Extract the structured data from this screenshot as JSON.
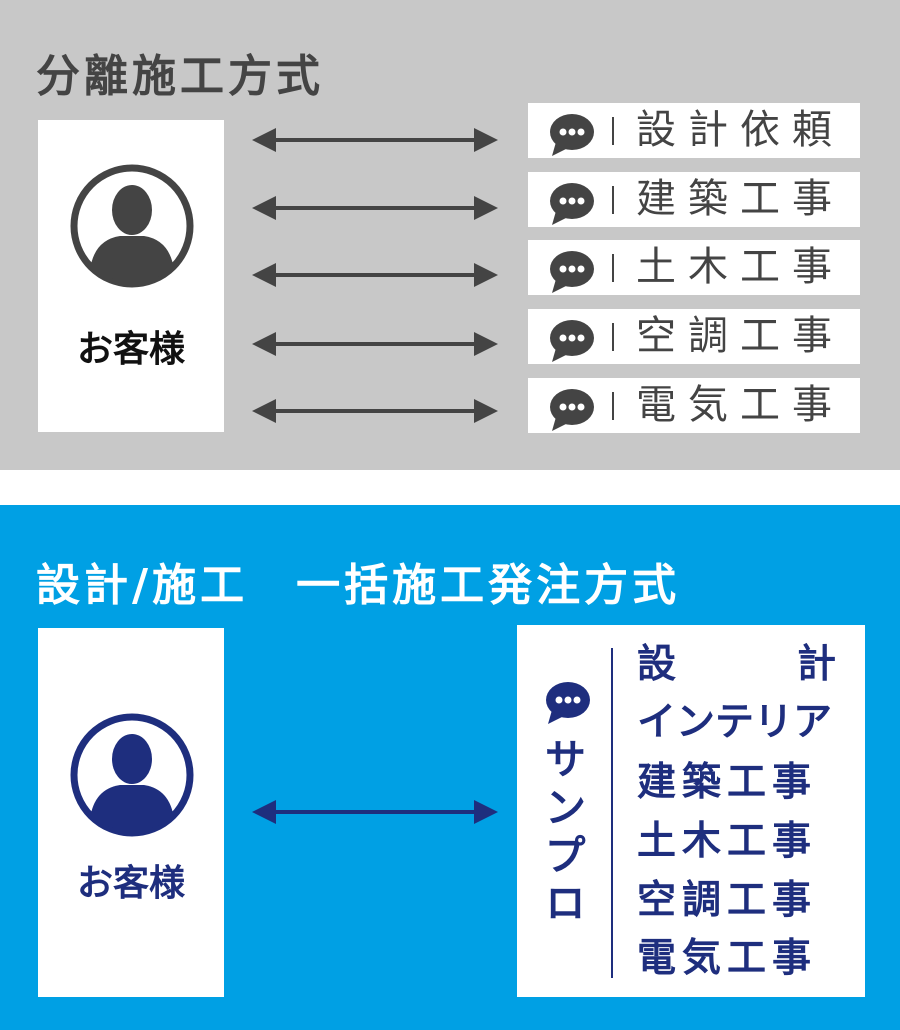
{
  "separate": {
    "title": "分離施工方式",
    "customer": "お客様",
    "items": [
      "設計依頼",
      "建築工事",
      "土木工事",
      "空調工事",
      "電気工事"
    ]
  },
  "bundled": {
    "title": "設計/施工　一括施工発注方式",
    "customer": "お客様",
    "company": "サンプロ",
    "services": [
      "設",
      "計",
      "インテリア",
      "建築工事",
      "土木工事",
      "空調工事",
      "電気工事"
    ]
  },
  "colors": {
    "grey": "#c8c8c8",
    "dark": "#444444",
    "blue": "#00a0e4",
    "navy": "#1e2e7e"
  }
}
